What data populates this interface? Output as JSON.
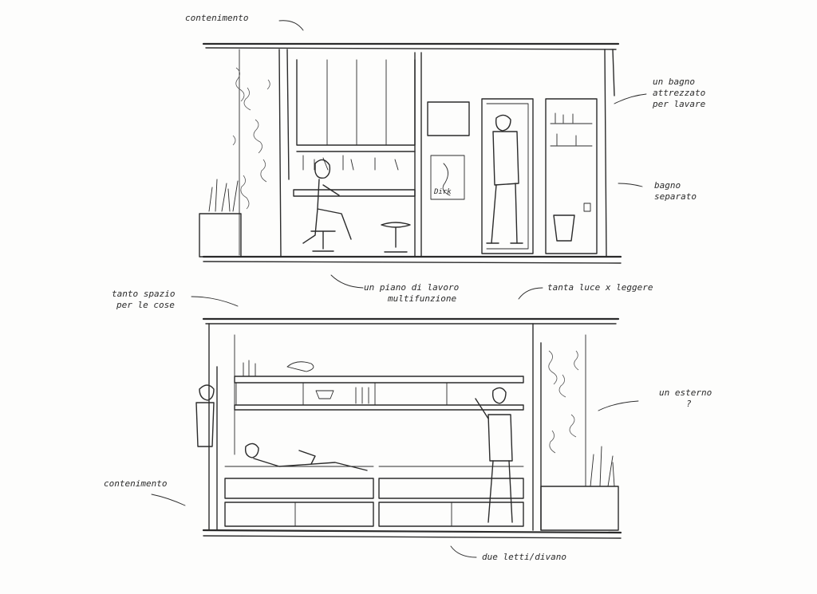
{
  "annotations": {
    "top": {
      "containment": "contenimento",
      "bathroom_line1": "un bagno",
      "bathroom_line2": "attrezzato",
      "bathroom_line3": "per lavare",
      "separate_line1": "bagno",
      "separate_line2": "separato",
      "worktop_line1": "un piano di lavoro",
      "worktop_line2": "multifunzione",
      "light": "tanta luce x leggere"
    },
    "bottom": {
      "space_line1": "tanto spazio",
      "space_line2": "per le cose",
      "outside_line1": "un esterno",
      "outside_line2": "?",
      "containment": "contenimento",
      "beds": "due letti/divano"
    }
  },
  "poster_text": "Dirk"
}
